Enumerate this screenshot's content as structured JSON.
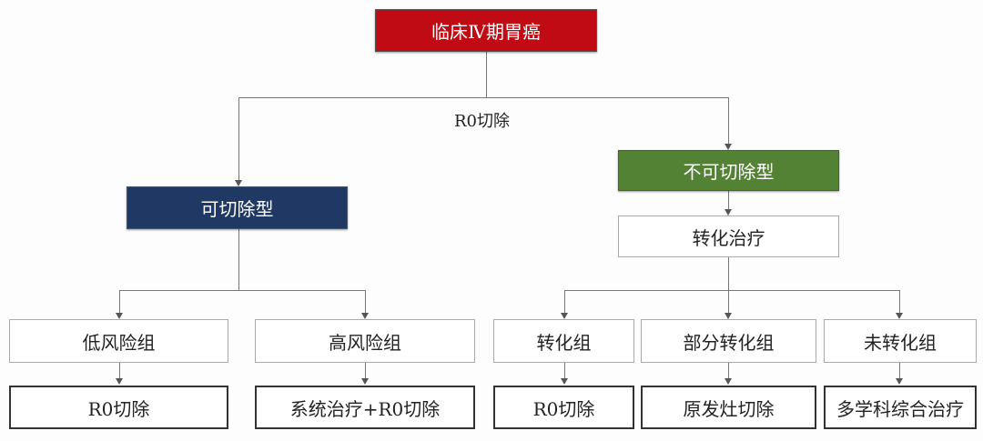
{
  "root": {
    "label": "临床Ⅳ期胃癌",
    "color": "#c00a14"
  },
  "edge_label": "R0切除",
  "resectable": {
    "label": "可切除型",
    "color": "#1f3864"
  },
  "unresectable": {
    "label": "不可切除型",
    "color": "#548235"
  },
  "conversion_therapy": {
    "label": "转化治疗"
  },
  "groups": [
    {
      "label": "低风险组",
      "outcome": "R0切除"
    },
    {
      "label": "高风险组",
      "outcome": "系统治疗+R0切除"
    },
    {
      "label": "转化组",
      "outcome": "R0切除"
    },
    {
      "label": "部分转化组",
      "outcome": "原发灶切除"
    },
    {
      "label": "未转化组",
      "outcome": "多学科综合治疗"
    }
  ]
}
